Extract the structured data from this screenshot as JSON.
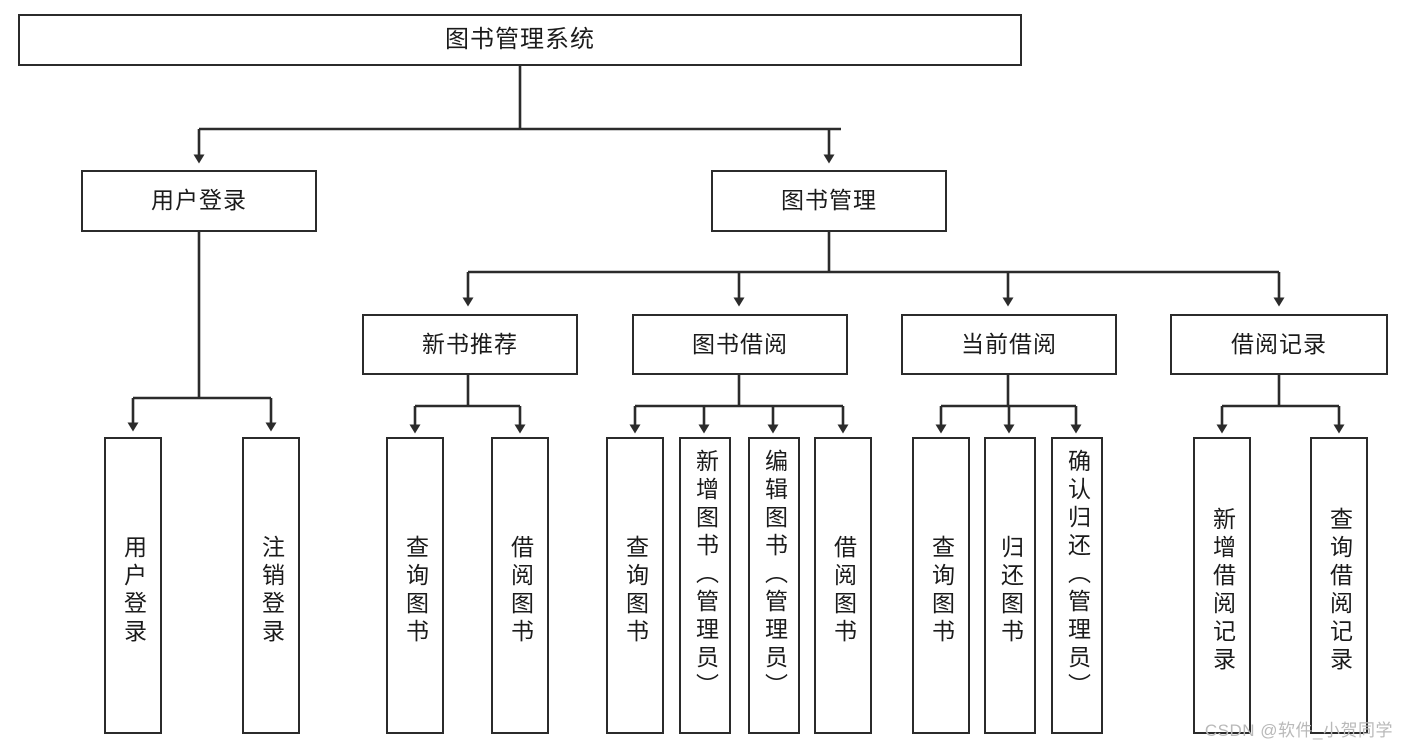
{
  "diagram": {
    "title": "图书管理系统",
    "type": "tree",
    "watermark": "CSDN @软件_小贺同学",
    "colors": {
      "border": "#2b2b2b",
      "background": "#ffffff",
      "text": "#1b1b1b",
      "connector": "#2b2b2b",
      "watermark": "#b9b9b9"
    },
    "nodes": {
      "root": {
        "label": "图书管理系统"
      },
      "level2": [
        {
          "id": "user-login",
          "label": "用户登录"
        },
        {
          "id": "book-manage",
          "label": "图书管理"
        }
      ],
      "level3": [
        {
          "id": "new-book-recommend",
          "label": "新书推荐"
        },
        {
          "id": "book-borrow",
          "label": "图书借阅"
        },
        {
          "id": "current-borrow",
          "label": "当前借阅"
        },
        {
          "id": "borrow-record",
          "label": "借阅记录"
        }
      ],
      "leaves": {
        "user-login": [
          {
            "id": "leaf-user-login",
            "label": "用户登录"
          },
          {
            "id": "leaf-logout-login",
            "label": "注销登录"
          }
        ],
        "new-book-recommend": [
          {
            "id": "leaf-query-book-1",
            "label": "查询图书"
          },
          {
            "id": "leaf-borrow-book-1",
            "label": "借阅图书"
          }
        ],
        "book-borrow": [
          {
            "id": "leaf-query-book-2",
            "label": "查询图书"
          },
          {
            "id": "leaf-add-book-admin",
            "label": "新增图书（管理员）"
          },
          {
            "id": "leaf-edit-book-admin",
            "label": "编辑图书（管理员）"
          },
          {
            "id": "leaf-borrow-book-2",
            "label": "借阅图书"
          }
        ],
        "current-borrow": [
          {
            "id": "leaf-query-book-3",
            "label": "查询图书"
          },
          {
            "id": "leaf-return-book",
            "label": "归还图书"
          },
          {
            "id": "leaf-confirm-return-admin",
            "label": "确认归还（管理员）"
          }
        ],
        "borrow-record": [
          {
            "id": "leaf-add-borrow-record",
            "label": "新增借阅记录"
          },
          {
            "id": "leaf-query-borrow-record",
            "label": "查询借阅记录"
          }
        ]
      }
    }
  }
}
